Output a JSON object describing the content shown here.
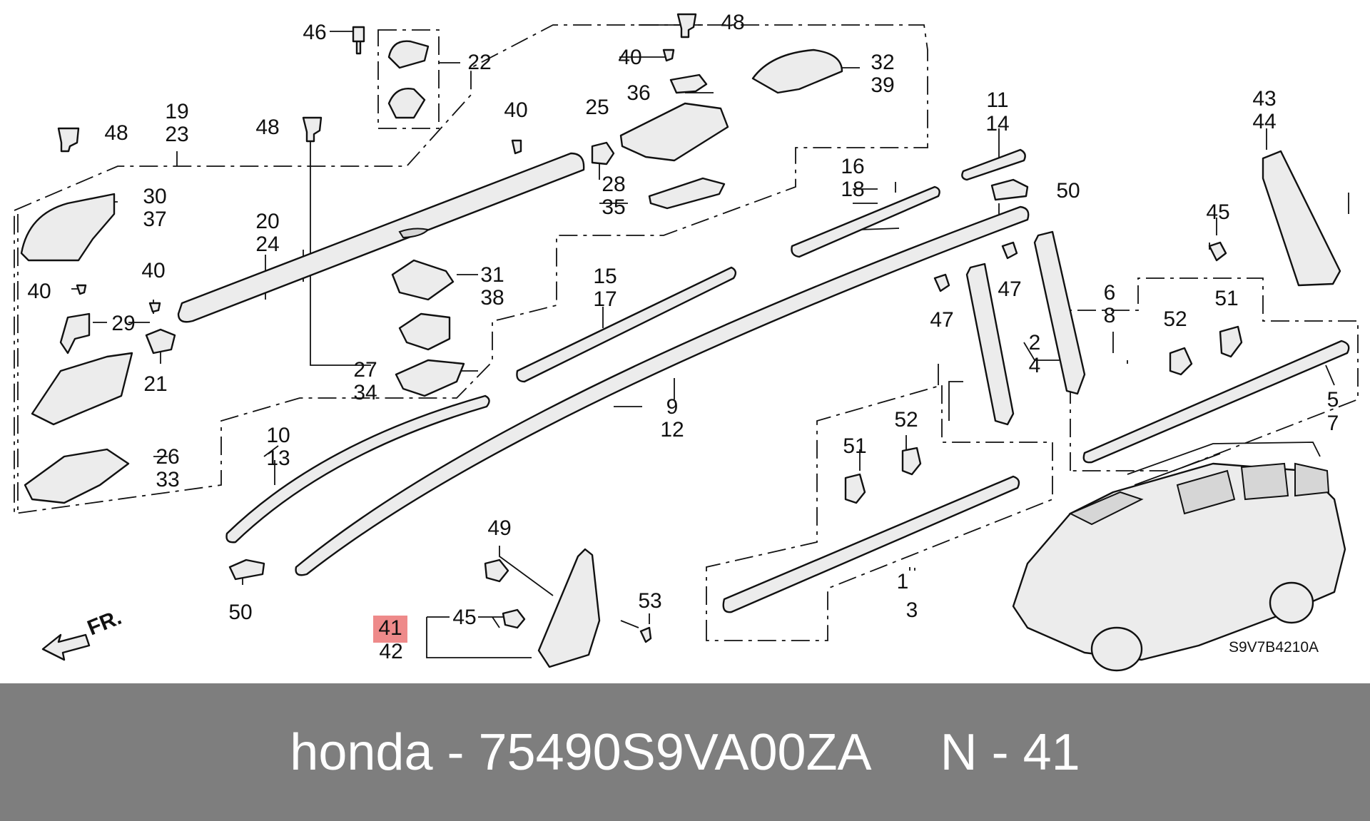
{
  "diagram": {
    "labels": {
      "l1": "1",
      "l2": "2",
      "l3": "3",
      "l4": "4",
      "l5": "5",
      "l6": "6",
      "l7": "7",
      "l8": "8",
      "l9": "9",
      "l10": "10",
      "l11": "11",
      "l12": "12",
      "l13": "13",
      "l14": "14",
      "l15": "15",
      "l16": "16",
      "l17": "17",
      "l18": "18",
      "l19": "19",
      "l20": "20",
      "l21": "21",
      "l22": "22",
      "l23": "23",
      "l24": "24",
      "l25": "25",
      "l26": "26",
      "l27": "27",
      "l28": "28",
      "l29": "29",
      "l30": "30",
      "l31": "31",
      "l32": "32",
      "l33": "33",
      "l34": "34",
      "l35": "35",
      "l36": "36",
      "l37": "37",
      "l38": "38",
      "l39": "39",
      "l40": "40",
      "l41": "41",
      "l42": "42",
      "l43": "43",
      "l44": "44",
      "l45": "45",
      "l46": "46",
      "l47": "47",
      "l48": "48",
      "l49": "49",
      "l50": "50",
      "l51": "51",
      "l52": "52",
      "l53": "53"
    },
    "direction_label": "FR.",
    "diagram_code": "S9V7B4210A",
    "highlight_part": "41",
    "highlight_color": "#ee8a8a"
  },
  "footer": {
    "text": "honda - 75490S9VA00ZA     N - 41",
    "background": "#7e7e7e",
    "text_color": "#ffffff"
  }
}
